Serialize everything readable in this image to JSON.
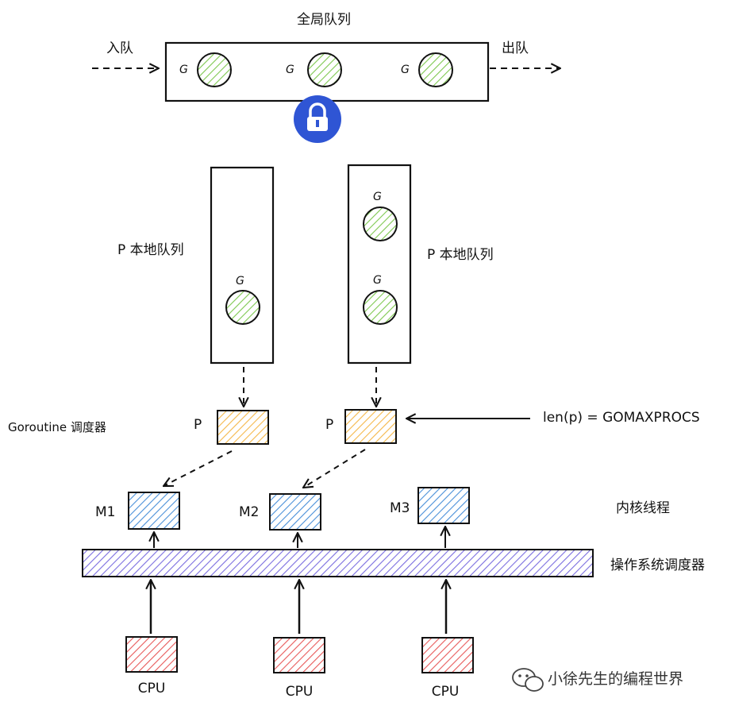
{
  "global_queue": {
    "title": "全局队列",
    "enqueue_label": "入队",
    "dequeue_label": "出队",
    "g_label": "G",
    "lock_icon": "lock-icon"
  },
  "local_queues": [
    {
      "label": "P 本地队列",
      "g_label": "G"
    },
    {
      "label": "P 本地队列",
      "g_label": "G"
    }
  ],
  "scheduler": {
    "goroutine_scheduler_label": "Goroutine 调度器",
    "p_label": "P",
    "formula": "len(p) = GOMAXPROCS"
  },
  "threads": {
    "kernel_thread_label": "内核线程",
    "m_labels": [
      "M1",
      "M2",
      "M3"
    ]
  },
  "os": {
    "os_scheduler_label": "操作系统调度器",
    "cpu_label": "CPU"
  },
  "watermark": {
    "text": "小徐先生的编程世界",
    "icon": "wechat-icon"
  },
  "colors": {
    "goroutine": "#7ec850",
    "processor": "#f5b84a",
    "machine": "#4a90d9",
    "os_bar": "#7b6ee0",
    "cpu": "#e85a5a",
    "lock": "#2f55d4"
  }
}
